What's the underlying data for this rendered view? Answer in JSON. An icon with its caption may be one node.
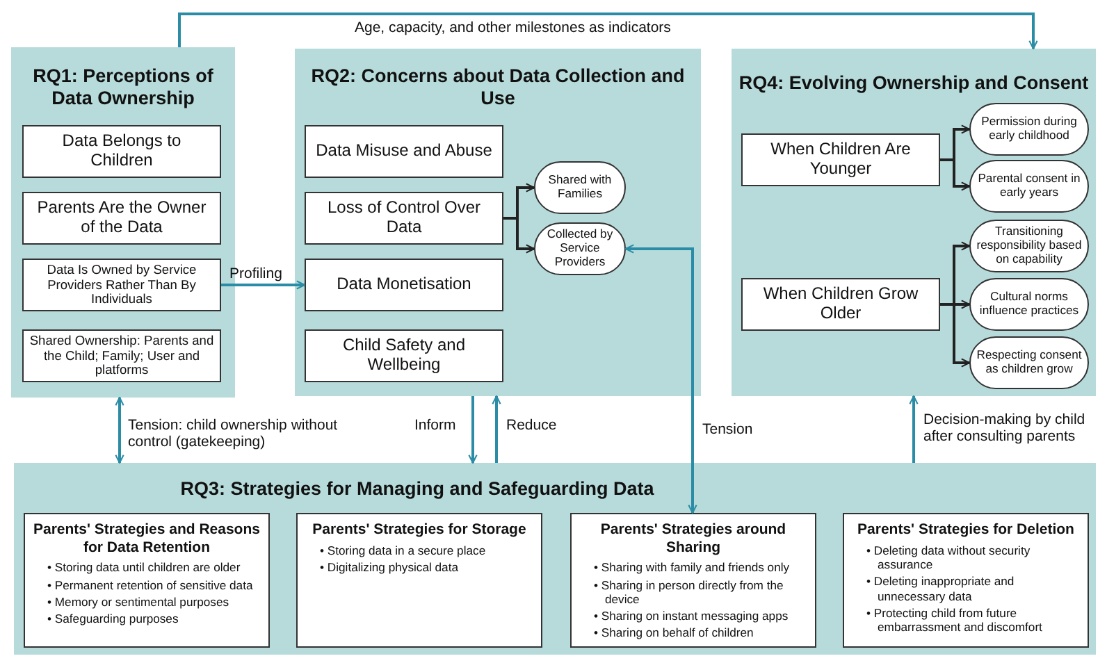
{
  "diagram": {
    "nodes": [
      {
        "text": [
          "RQ1: Perceptions of Data Ownership"
        ]
      },
      {
        "text": [
          "Data Belongs to Children"
        ],
        "in": 0
      },
      {
        "text": [
          "Parents Are the Owner of the Data"
        ],
        "in": 0
      },
      {
        "text": [
          "Data Is Owned by Service Providers Rather Than By Individuals"
        ],
        "in": 0
      },
      {
        "text": [
          "Shared Ownership: Parents and the Child; Family; User and platforms"
        ],
        "in": 0
      },
      {
        "text": [
          "RQ2: Concerns about Data Collection and Use"
        ]
      },
      {
        "text": [
          "Data Misuse and Abuse"
        ],
        "in": 5
      },
      {
        "text": [
          "Loss of Control Over Data"
        ],
        "in": 5
      },
      {
        "text": [
          "Data Monetisation"
        ],
        "in": 5
      },
      {
        "text": [
          "Child Safety and Wellbeing"
        ],
        "in": 5
      },
      {
        "text": [
          "Shared with Families"
        ],
        "in": 5
      },
      {
        "text": [
          "Collected by Service Providers"
        ],
        "in": 5
      },
      {
        "text": [
          "RQ4: Evolving Ownership and Consent"
        ]
      },
      {
        "text": [
          "When Children Are Younger"
        ],
        "in": 12
      },
      {
        "text": [
          "Permission during early childhood"
        ],
        "in": 12
      },
      {
        "text": [
          "Parental consent in early years"
        ],
        "in": 12
      },
      {
        "text": [
          "When Children Grow Older"
        ],
        "in": 12
      },
      {
        "text": [
          "Transitioning responsibility based on capability"
        ],
        "in": 12
      },
      {
        "text": [
          "Cultural norms influence practices"
        ],
        "in": 12
      },
      {
        "text": [
          "Respecting consent as children grow"
        ],
        "in": 12
      },
      {
        "text": [
          "RQ3: Strategies for Managing and Safeguarding Data"
        ]
      },
      {
        "text": [
          "Parents' Strategies and Reasons for Data Retention",
          "• Storing data until children are older",
          "• Permanent retention of sensitive data",
          "• Memory or sentimental purposes",
          "• Safeguarding purposes"
        ],
        "in": 20
      },
      {
        "text": [
          "Parents' Strategies for Storage",
          "• Storing data in a secure place",
          "• Digitalizing physical data"
        ],
        "in": 20
      },
      {
        "text": [
          "Parents' Strategies around Sharing",
          "• Sharing with family and friends only",
          "• Sharing in person directly from the device",
          "• Sharing on instant messaging apps",
          "• Sharing on behalf of children"
        ],
        "in": 20
      },
      {
        "text": [
          "Parents' Strategies for Deletion",
          "• Deleting data without security assurance",
          "• Deleting inappropriate and unnecessary data",
          "• Protecting child from future embarrassment and discomfort"
        ],
        "in": 20
      }
    ],
    "edges": [
      {
        "from": 0,
        "to": 12,
        "arrow": "to",
        "label": "Age, capacity, and other milestones as indicators",
        "color": "#2b8ca6"
      },
      {
        "from": 3,
        "to": 8,
        "arrow": "to",
        "label": "Profiling",
        "color": "#2b8ca6"
      },
      {
        "from": 7,
        "to": 10,
        "arrow": "to",
        "color": "#222222"
      },
      {
        "from": 7,
        "to": 11,
        "arrow": "to",
        "color": "#222222"
      },
      {
        "from": 13,
        "to": 14,
        "arrow": "to",
        "color": "#222222"
      },
      {
        "from": 13,
        "to": 15,
        "arrow": "to",
        "color": "#222222"
      },
      {
        "from": 16,
        "to": 17,
        "arrow": "to",
        "color": "#222222"
      },
      {
        "from": 16,
        "to": 18,
        "arrow": "to",
        "color": "#222222"
      },
      {
        "from": 16,
        "to": 19,
        "arrow": "to",
        "color": "#222222"
      },
      {
        "from": 0,
        "to": 20,
        "arrow": "both",
        "label": "Tension: child ownership without control (gatekeeping)",
        "color": "#2b8ca6"
      },
      {
        "from": 5,
        "to": 20,
        "arrow": "to",
        "label": "Inform",
        "color": "#2b8ca6"
      },
      {
        "from": 20,
        "to": 5,
        "arrow": "to",
        "label": "Reduce",
        "color": "#2b8ca6"
      },
      {
        "from": 11,
        "to": 23,
        "arrow": "both",
        "label": "Tension",
        "color": "#2b8ca6"
      },
      {
        "from": 20,
        "to": 12,
        "arrow": "to",
        "label": "Decision-making by child after consulting parents",
        "color": "#2b8ca6"
      }
    ]
  }
}
